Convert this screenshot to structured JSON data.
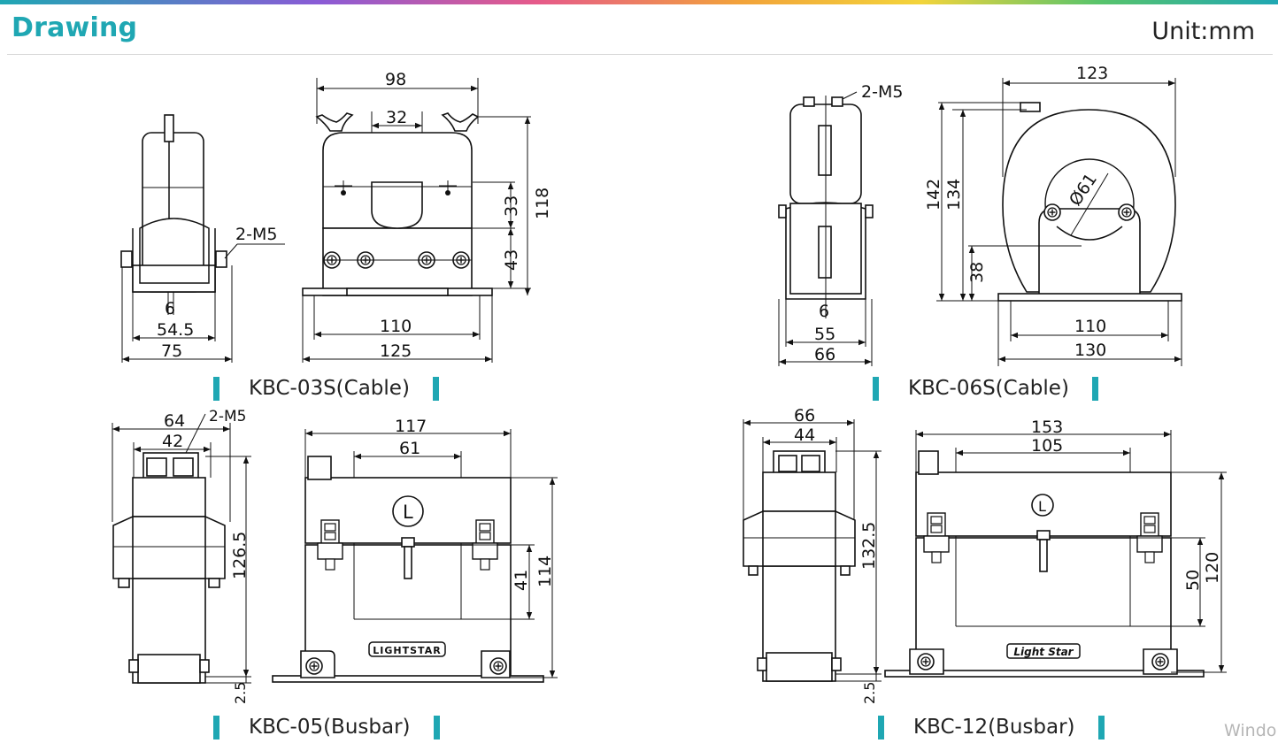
{
  "header": {
    "title": "Drawing",
    "unit": "Unit:mm"
  },
  "colors": {
    "accent": "#1fa7b3",
    "gradient": [
      "#1fa7b3",
      "#8a5bd6",
      "#e65a8a",
      "#f2a33a",
      "#f3d43b",
      "#58c46b",
      "#1fa7b3"
    ]
  },
  "models": [
    {
      "caption": "KBC-03S(Cable)",
      "side_view": {
        "terminal": "2-M5",
        "dims": [
          "6",
          "54.5",
          "75"
        ]
      },
      "front_view": {
        "dims": [
          "98",
          "32",
          "33",
          "43",
          "118",
          "110",
          "125"
        ]
      }
    },
    {
      "caption": "KBC-06S(Cable)",
      "side_view": {
        "terminal": "2-M5",
        "dims": [
          "6",
          "55",
          "66"
        ]
      },
      "front_view": {
        "dims": [
          "123",
          "142",
          "134",
          "38",
          "Ø61",
          "110",
          "130"
        ]
      }
    },
    {
      "caption": "KBC-05(Busbar)",
      "side_view": {
        "terminal": "2-M5",
        "dims": [
          "64",
          "42",
          "126.5",
          "2.5"
        ]
      },
      "front_view": {
        "dims": [
          "117",
          "61",
          "41",
          "114"
        ],
        "brand": "LIGHTSTAR",
        "mark": "L"
      }
    },
    {
      "caption": "KBC-12(Busbar)",
      "side_view": {
        "dims": [
          "66",
          "44",
          "132.5",
          "2.5"
        ]
      },
      "front_view": {
        "dims": [
          "153",
          "105",
          "50",
          "120"
        ],
        "brand": "Light Star",
        "mark": "L"
      }
    }
  ],
  "watermark": "Windo"
}
